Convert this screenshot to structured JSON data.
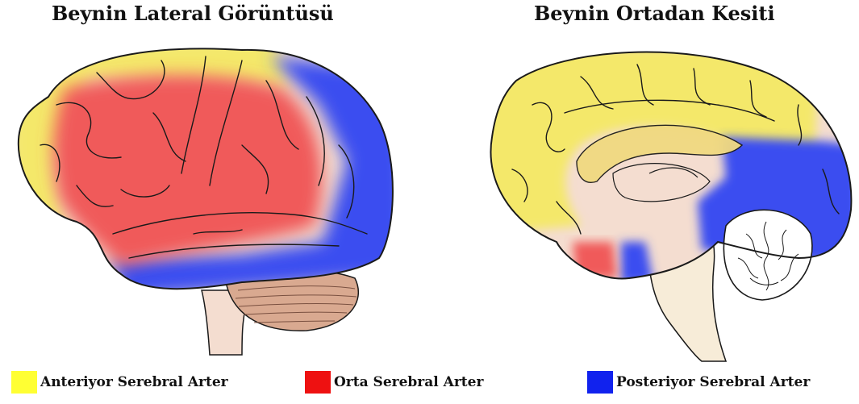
{
  "titles": {
    "lateral": "Beynin Lateral Görüntüsü",
    "sagittal": "Beynin Ortadan Kesiti"
  },
  "legend": [
    {
      "label": "Anteriyor Serebral Arter",
      "color": "#ffff33"
    },
    {
      "label": "Orta Serebral Arter",
      "color": "#ee1111"
    },
    {
      "label": "Posteriyor Serebral Arter",
      "color": "#1122ee"
    }
  ],
  "colors": {
    "anterior": "#f4e86a",
    "middle": "#f05a5a",
    "posterior": "#3a4ef0",
    "tissue": "#f4ddd0",
    "cerebellum": "#d9a990",
    "outline": "#1a1a1a"
  }
}
